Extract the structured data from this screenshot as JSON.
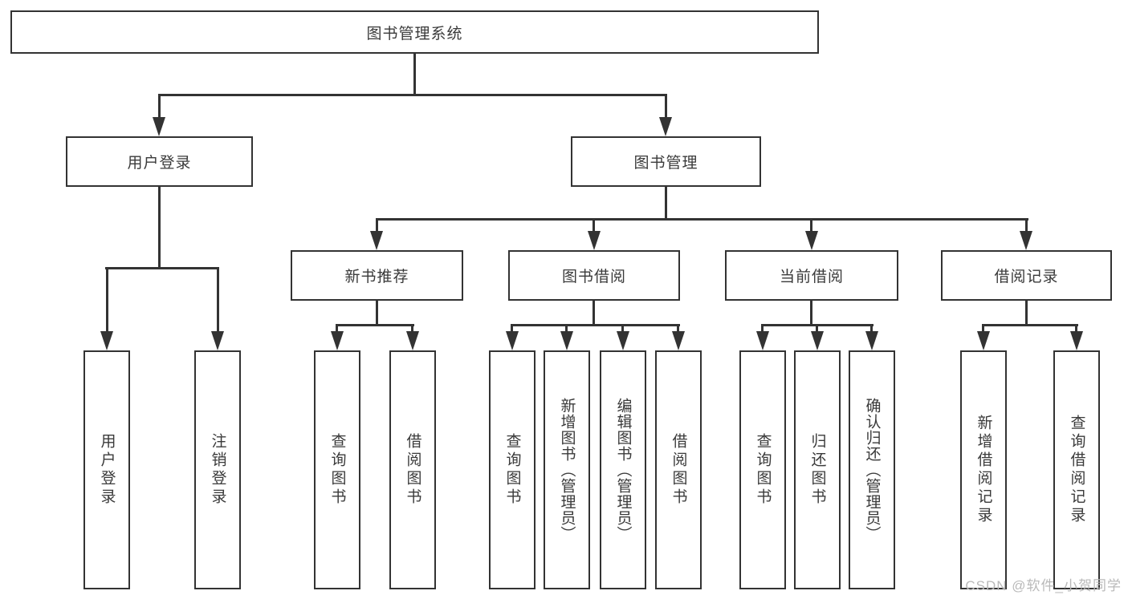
{
  "tree": {
    "root": {
      "label": "图书管理系统"
    },
    "branches": [
      {
        "label": "用户登录",
        "children": [
          {
            "label": "用户登录"
          },
          {
            "label": "注销登录"
          }
        ]
      },
      {
        "label": "图书管理",
        "children": [
          {
            "label": "新书推荐",
            "children": [
              {
                "label": "查询图书"
              },
              {
                "label": "借阅图书"
              }
            ]
          },
          {
            "label": "图书借阅",
            "children": [
              {
                "label": "查询图书"
              },
              {
                "label": "新增图书（管理员）"
              },
              {
                "label": "编辑图书（管理员）"
              },
              {
                "label": "借阅图书"
              }
            ]
          },
          {
            "label": "当前借阅",
            "children": [
              {
                "label": "查询图书"
              },
              {
                "label": "归还图书"
              },
              {
                "label": "确认归还（管理员）"
              }
            ]
          },
          {
            "label": "借阅记录",
            "children": [
              {
                "label": "新增借阅记录"
              },
              {
                "label": "查询借阅记录"
              }
            ]
          }
        ]
      }
    ]
  },
  "watermark": {
    "text": "CSDN @软件_小贺同学"
  },
  "colors": {
    "line": "#333333",
    "text": "#3a3a3a",
    "watermark": "#b9b9b9",
    "background": "#ffffff"
  }
}
